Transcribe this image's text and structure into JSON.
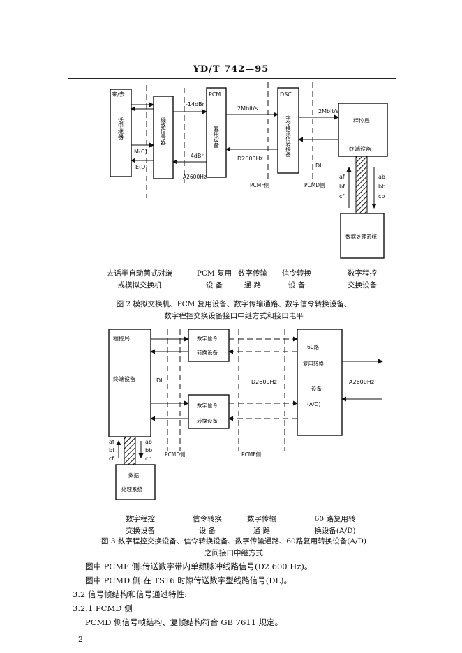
{
  "header": {
    "standard": "YD/T 742—95"
  },
  "fig2": {
    "box1": "话中继器",
    "box1_label": "来/去",
    "box2": "线路信号器",
    "box3": "复用设备",
    "box3_label": "PCM",
    "box4": "字令换设信转接备",
    "box4_label": "DSC",
    "box5_line1": "程控局",
    "box5_line2": "终端设备",
    "box6": "数据处理系统",
    "lbl_14dbr": "-14dBr",
    "lbl_4dbr": "+4dBr",
    "lbl_mc": "M(C)",
    "lbl_ed": "E(D)",
    "lbl_2mbit_a": "2Mbit/s",
    "lbl_2mbit_b": "2Mbit/s",
    "lbl_d2600": "D2600Hz",
    "lbl_a2600": "A2600Hz",
    "lbl_dl": "DL",
    "lbl_pcmf": "PCMF侧",
    "lbl_pcmd": "PCMD侧",
    "lbl_af": "af",
    "lbl_bf": "bf",
    "lbl_cf": "cf",
    "lbl_ab": "ab",
    "lbl_bb": "bb",
    "lbl_cb": "cb",
    "under_1a": "去话半自动菌式对端",
    "under_1b": "或模拟交换机",
    "under_2a": "PCM 复用",
    "under_2b": "设    备",
    "under_3a": "数字传输",
    "under_3b": "通    路",
    "under_4a": "信令转换",
    "under_4b": "设    备",
    "under_5a": "数字程控",
    "under_5b": "交换设备",
    "caption_line1": "图 2   模拟交换机、PCM 复用设备、数字传输通路、数字信令转换设备、",
    "caption_line2": "数字程控交换设备接口中继方式和接口电平"
  },
  "fig3": {
    "box1_line1": "程控局",
    "box1_line2": "终端设备",
    "box_sig": "数字信令转换设备",
    "box_sig_line1": "数字信令",
    "box_sig_line2": "转换设备",
    "box_mux_line1": "60路",
    "box_mux_line2": "复用转换",
    "box_mux_line3": "设备",
    "box_mux_line4": "(A/D)",
    "box_data_line1": "数据",
    "box_data_line2": "处理系统",
    "lbl_dl": "DL",
    "lbl_d2600": "D2600Hz",
    "lbl_a2600": "A2600Hz",
    "lbl_pcmd": "PCMD侧",
    "lbl_pcmf": "PCMF侧",
    "lbl_af": "af",
    "lbl_bf": "bf",
    "lbl_cf": "cf",
    "lbl_ab": "ab",
    "lbl_bb": "bb",
    "lbl_cb": "cb",
    "under_1a": "数字程控",
    "under_1b": "交换设备",
    "under_2a": "信令转换",
    "under_2b": "设    备",
    "under_3a": "数字传输",
    "under_3b": "通    路",
    "under_4a": "60 路复用转",
    "under_4b": "换设备(A/D)",
    "caption_line1": "图 3   数字程控交换设备、信令转换设备、数字传输通路、60路复用转换设备(A/D)",
    "caption_line2": "之间接口中继方式"
  },
  "text": {
    "note1": "图中 PCMF 侧:传送数字带内单频脉冲线路信号(D2 600 Hz)。",
    "note2": "图中 PCMD 侧:在 TS16 时隙传送数字型线路信号(DL)。",
    "sec_32": "3.2   信号帧结构和信号通过特性:",
    "sec_321": "3.2.1   PCMD 侧",
    "para": "PCMD 侧信号帧结构、复帧结构符合 GB 7611 规定。",
    "page": "2"
  }
}
